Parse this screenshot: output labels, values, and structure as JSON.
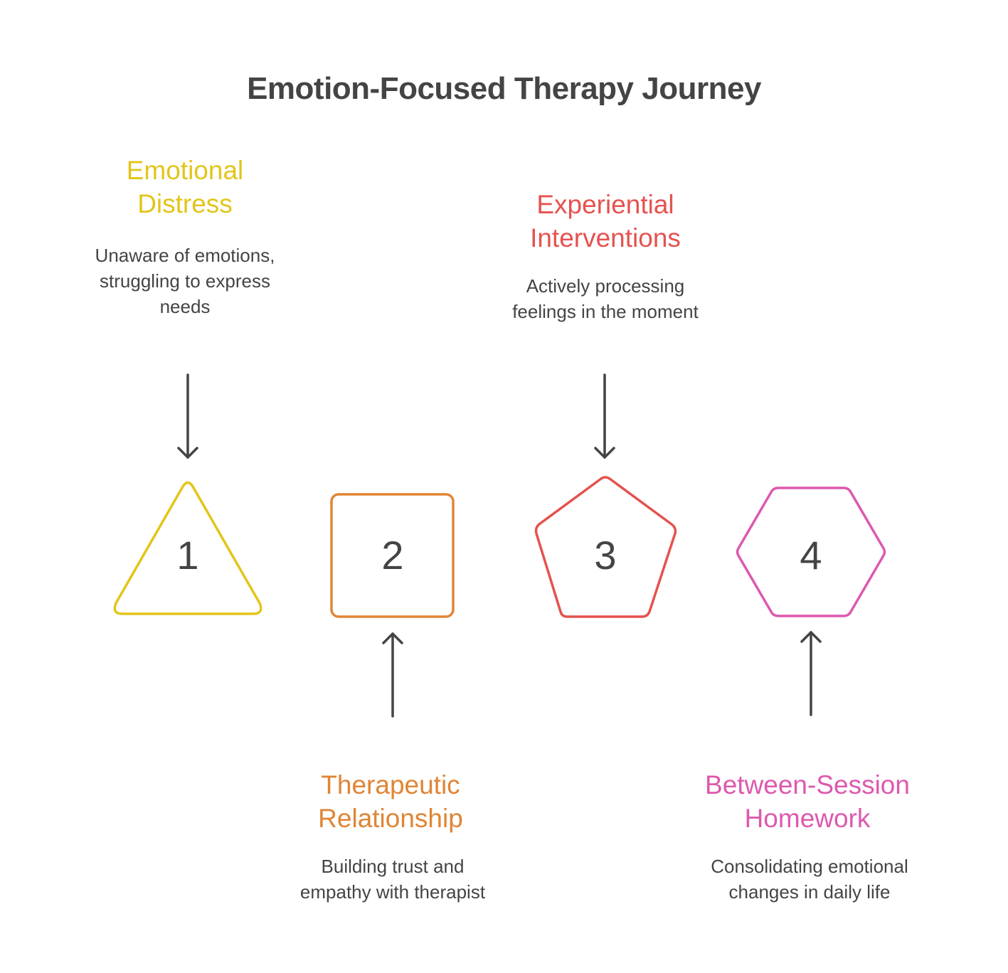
{
  "title": "Emotion-Focused Therapy Journey",
  "steps": [
    {
      "number": "1",
      "shape": "triangle",
      "color": "#E2C51A",
      "title_line1": "Emotional",
      "title_line2": "Distress",
      "desc_line1": "Unaware of emotions,",
      "desc_line2": "struggling to express",
      "desc_line3": "needs",
      "position": "top"
    },
    {
      "number": "2",
      "shape": "square",
      "color": "#E08535",
      "title_line1": "Therapeutic",
      "title_line2": "Relationship",
      "desc_line1": "Building trust and",
      "desc_line2": "empathy with therapist",
      "position": "bottom"
    },
    {
      "number": "3",
      "shape": "pentagon",
      "color": "#E5524F",
      "title_line1": "Experiential",
      "title_line2": "Interventions",
      "desc_line1": "Actively processing",
      "desc_line2": "feelings in the moment",
      "position": "top"
    },
    {
      "number": "4",
      "shape": "hexagon",
      "color": "#DD59AE",
      "title_line1": "Between-Session",
      "title_line2": "Homework",
      "desc_line1": "Consolidating emotional",
      "desc_line2": "changes in daily life",
      "position": "bottom"
    }
  ],
  "arrow_color": "#444444"
}
